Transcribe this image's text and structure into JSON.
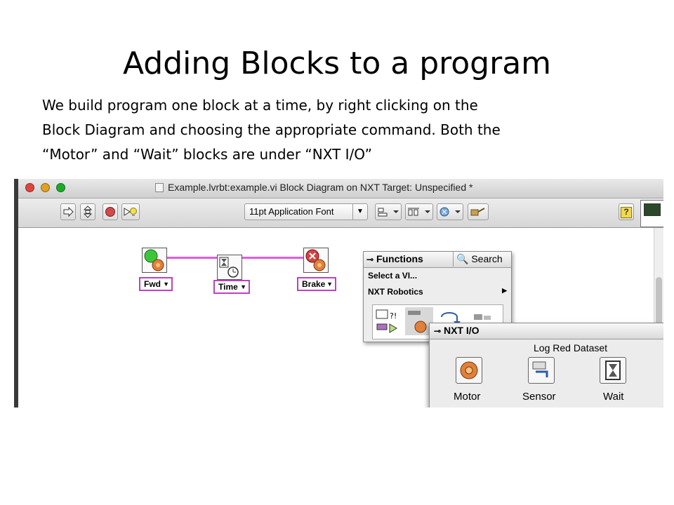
{
  "slide": {
    "title": "Adding Blocks to a program",
    "body_lines": [
      "We build program one block at a time, by right clicking on the",
      "Block Diagram and choosing the appropriate command. Both the",
      "“Motor” and “Wait” blocks are under “NXT I/O”"
    ]
  },
  "window": {
    "title": "Example.lvrbt:example.vi Block Diagram on NXT Target: Unspecified *",
    "traffic_colors": [
      "#e0443e",
      "#dea123",
      "#1aab29"
    ]
  },
  "toolbar": {
    "font_select_value": "11pt Application Font",
    "buttons": [
      "run-arrow-icon",
      "step-icon",
      "stop-icon",
      "highlight-execution-icon",
      "align-icon",
      "distribute-icon",
      "reorder-icon",
      "clean-up-icon",
      "help-icon"
    ],
    "help_label": "?"
  },
  "diagram": {
    "blocks": [
      {
        "label": "Fwd",
        "icon": "motor-forward-icon"
      },
      {
        "label": "Time",
        "icon": "wait-timer-icon"
      },
      {
        "label": "Brake",
        "icon": "motor-brake-icon"
      }
    ],
    "wire_color": "#e05ce0"
  },
  "functions_palette": {
    "title": "Functions",
    "search_label": "Search",
    "items": [
      "Select a VI...",
      "NXT Robotics"
    ]
  },
  "nxt_io_palette": {
    "title": "NXT I/O",
    "caption": "Log Red Dataset",
    "items": [
      {
        "label": "Motor",
        "icon": "motor-icon"
      },
      {
        "label": "Sensor",
        "icon": "sensor-icon"
      },
      {
        "label": "Wait",
        "icon": "wait-icon"
      }
    ]
  }
}
